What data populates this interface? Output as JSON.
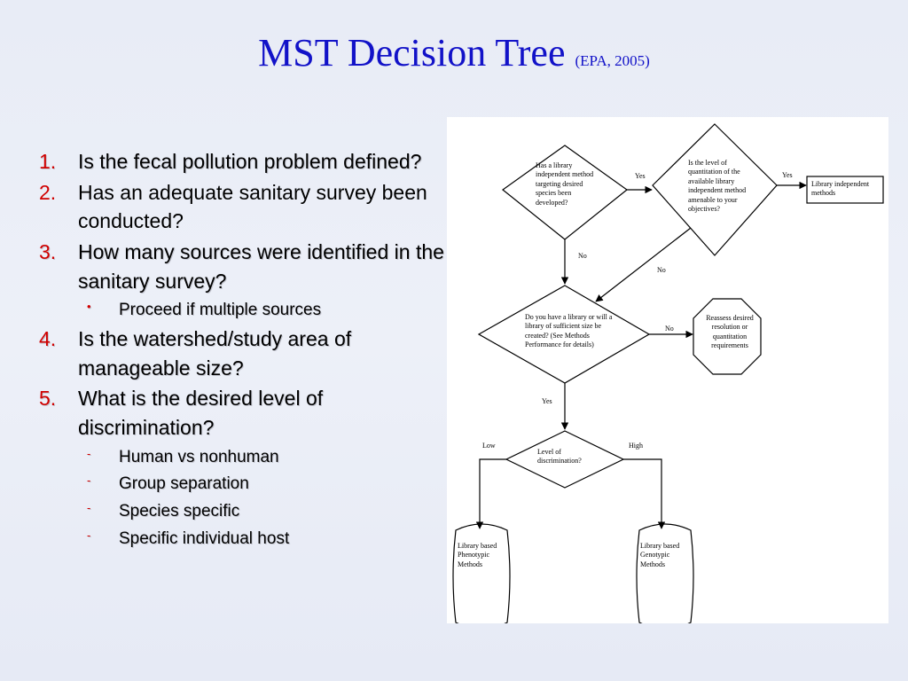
{
  "title": {
    "main": "MST Decision Tree",
    "cite": "(EPA, 2005)"
  },
  "bullets": [
    {
      "num": "1.",
      "text": "Is the fecal pollution problem defined?",
      "bold": true
    },
    {
      "num": "2.",
      "text": "Has an adequate sanitary survey been conducted?",
      "bold": false
    },
    {
      "num": "3.",
      "text": "How many sources were identified in the sanitary survey?",
      "bold": true
    },
    {
      "num": "4.",
      "text": "Is the watershed/study area of manageable size?",
      "bold": true
    },
    {
      "num": "5.",
      "text": "What is the desired level of discrimination?",
      "bold": true
    }
  ],
  "sub3": [
    {
      "mark": "•",
      "text": "Proceed if multiple sources"
    }
  ],
  "sub5": [
    {
      "mark": "-",
      "text": "Human vs nonhuman"
    },
    {
      "mark": "-",
      "text": "Group separation"
    },
    {
      "mark": "-",
      "text": "Species specific"
    },
    {
      "mark": "-",
      "text": "Specific individual host"
    }
  ],
  "flow": {
    "d1": "Has a library independent method targeting desired species been developed?",
    "d2": "Is the level of quantitation of the available library independent method amenable to your objectives?",
    "d3": "Do you have a library or will a library of sufficient size be created? (See Methods Performance for details)",
    "d4": "Level of discrimination?",
    "box_lib_indep": "Library independent methods",
    "octagon": "Reassess desired resolution or quantitation requirements",
    "cyl_pheno": "Library based Phenotypic Methods",
    "cyl_geno": "Library based Genotypic Methods",
    "lbl_yes1": "Yes",
    "lbl_yes2": "Yes",
    "lbl_no1": "No",
    "lbl_no2": "No",
    "lbl_no3": "No",
    "lbl_yes3": "Yes",
    "lbl_low": "Low",
    "lbl_high": "High"
  }
}
